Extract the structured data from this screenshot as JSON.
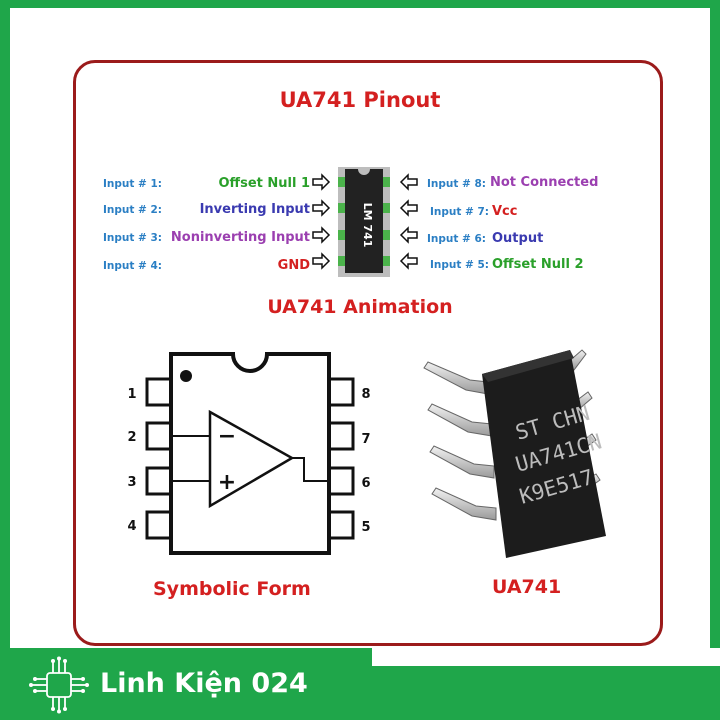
{
  "title": "UA741 Pinout",
  "subtitle": "UA741 Animation",
  "chip_label": "LM 741",
  "left_pins": [
    {
      "input": "Input # 1:",
      "name": "Offset Null 1",
      "color": "#2aa02a"
    },
    {
      "input": "Input # 2:",
      "name": "Inverting Input",
      "color": "#3a3ab0"
    },
    {
      "input": "Input # 3:",
      "name": "Noninverting Input",
      "color": "#9b3fb0"
    },
    {
      "input": "Input # 4:",
      "name": "GND",
      "color": "#d42020"
    }
  ],
  "right_pins": [
    {
      "input": "Input # 8:",
      "name": "Not Connected",
      "color": "#9b3fb0"
    },
    {
      "input": "Input # 7:",
      "name": "Vcc",
      "color": "#d42020"
    },
    {
      "input": "Input # 6:",
      "name": "Output",
      "color": "#3a3ab0"
    },
    {
      "input": "Input # 5:",
      "name": "Offset Null 2",
      "color": "#2aa02a"
    }
  ],
  "symbolic_pins_left": [
    "1",
    "2",
    "3",
    "4"
  ],
  "symbolic_pins_right": [
    "8",
    "7",
    "6",
    "5"
  ],
  "opamp_minus": "−",
  "opamp_plus": "+",
  "caption_symbolic": "Symbolic Form",
  "caption_ua741": "UA741",
  "ic_markings": [
    "ST CHN",
    "UA741CN",
    "K9E517"
  ],
  "brand": "Linh Kiện 024",
  "colors": {
    "accent_red": "#d42020",
    "frame": "#9b1b1b",
    "brand_green": "#1fa64a",
    "input_blue": "#2b7fc4"
  }
}
